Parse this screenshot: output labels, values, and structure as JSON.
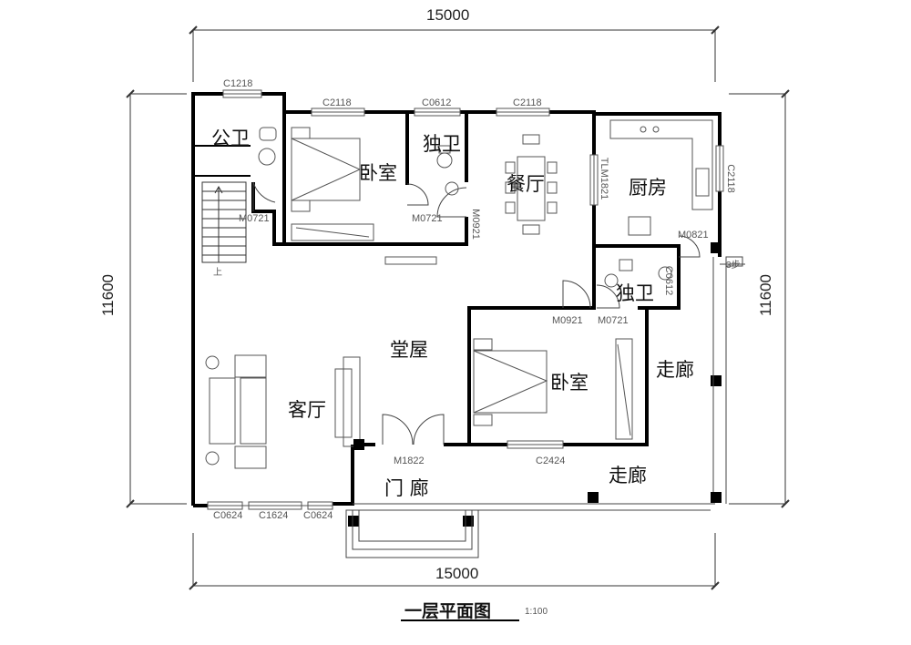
{
  "dimensions": {
    "top_width": "15000",
    "bottom_width": "15000",
    "left_height": "11600",
    "right_height": "11600"
  },
  "rooms": {
    "public_bath": "公卫",
    "bedroom_top": "卧室",
    "private_bath_top": "独卫",
    "dining": "餐厅",
    "kitchen": "厨房",
    "private_bath_mid": "独卫",
    "main_hall": "堂屋",
    "bedroom_mid": "卧室",
    "corridor_right": "走廊",
    "living": "客厅",
    "corridor_bottom": "走廊",
    "porch": "门  廊",
    "stair_up": "上"
  },
  "codes": {
    "c1218": "C1218",
    "c2118_a": "C2118",
    "c0612_a": "C0612",
    "c2118_b": "C2118",
    "c2118_c": "C2118",
    "tlm1821": "TLM1821",
    "m0721_a": "M0721",
    "m0721_b": "M0721",
    "m0921_a": "M0921",
    "m0821": "M0821",
    "c0612_b": "C0612",
    "m0921_b": "M0921",
    "m0721_c": "M0721",
    "m1822": "M1822",
    "c2424": "C2424",
    "c0624_a": "C0624",
    "c1624": "C1624",
    "c0624_b": "C0624",
    "steps": "3步"
  },
  "title": "一层平面图",
  "scale": "1:100"
}
